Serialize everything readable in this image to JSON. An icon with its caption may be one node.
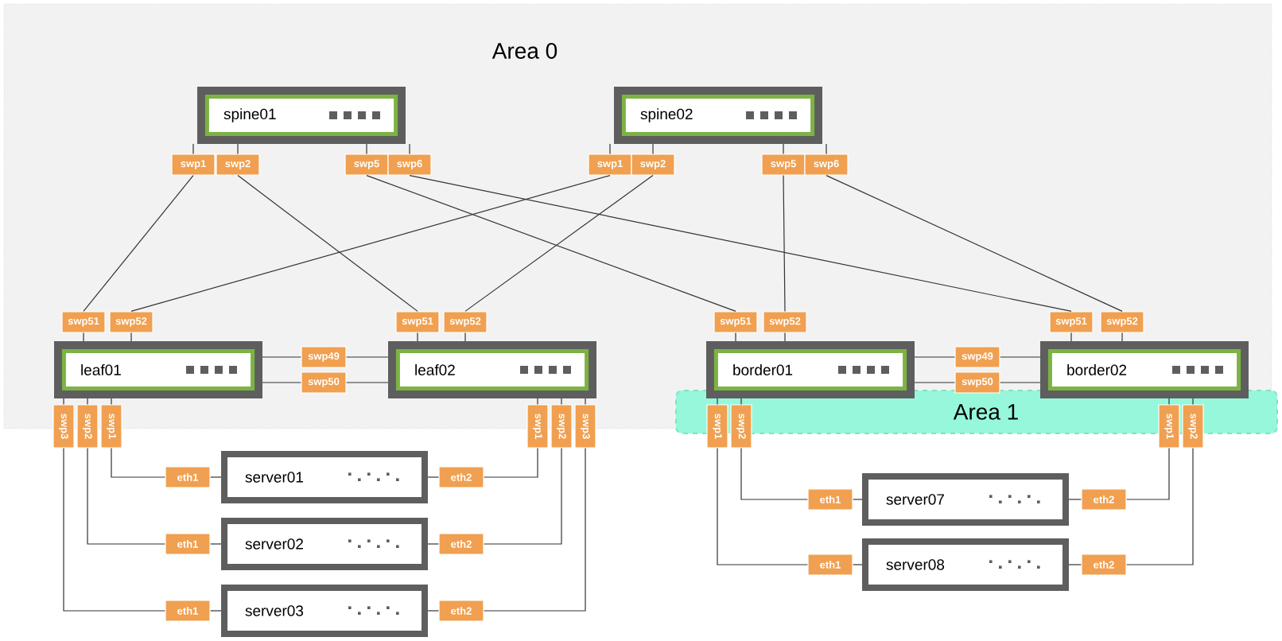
{
  "diagram": {
    "nodes": [
      {
        "text": [
          "Area 0"
        ]
      },
      {
        "text": [
          "spine01"
        ],
        "in": 0
      },
      {
        "text": [
          "spine02"
        ],
        "in": 0
      },
      {
        "text": [
          "swp1"
        ],
        "in": 0
      },
      {
        "text": [
          "swp2"
        ],
        "in": 0
      },
      {
        "text": [
          "swp5"
        ],
        "in": 0
      },
      {
        "text": [
          "swp6"
        ],
        "in": 0
      },
      {
        "text": [
          "swp1"
        ],
        "in": 0
      },
      {
        "text": [
          "swp2"
        ],
        "in": 0
      },
      {
        "text": [
          "swp5"
        ],
        "in": 0
      },
      {
        "text": [
          "swp6"
        ],
        "in": 0
      },
      {
        "text": [
          "swp51"
        ],
        "in": 0
      },
      {
        "text": [
          "swp52"
        ],
        "in": 0
      },
      {
        "text": [
          "swp51"
        ],
        "in": 0
      },
      {
        "text": [
          "swp52"
        ],
        "in": 0
      },
      {
        "text": [
          "swp51"
        ],
        "in": 0
      },
      {
        "text": [
          "swp52"
        ],
        "in": 0
      },
      {
        "text": [
          "swp51"
        ],
        "in": 0
      },
      {
        "text": [
          "swp52"
        ],
        "in": 0
      },
      {
        "text": [
          "leaf01"
        ],
        "in": 0
      },
      {
        "text": [
          "leaf02"
        ],
        "in": 0
      },
      {
        "text": [
          "border01"
        ],
        "in": 0
      },
      {
        "text": [
          "border02"
        ],
        "in": 0
      },
      {
        "text": [
          "Area 1"
        ]
      },
      {
        "text": [
          "swp3"
        ]
      },
      {
        "text": [
          "swp2"
        ]
      },
      {
        "text": [
          "swp1"
        ]
      },
      {
        "text": [
          "swp1"
        ]
      },
      {
        "text": [
          "swp2"
        ]
      },
      {
        "text": [
          "swp3"
        ]
      },
      {
        "text": [
          "swp1"
        ]
      },
      {
        "text": [
          "swp2"
        ]
      },
      {
        "text": [
          "swp1"
        ]
      },
      {
        "text": [
          "swp2"
        ]
      },
      {
        "text": [
          "server01"
        ]
      },
      {
        "text": [
          "server02"
        ]
      },
      {
        "text": [
          "server03"
        ]
      },
      {
        "text": [
          "server07"
        ]
      },
      {
        "text": [
          "server08"
        ]
      },
      {
        "text": [
          "eth1"
        ]
      },
      {
        "text": [
          "eth2"
        ]
      },
      {
        "text": [
          "eth1"
        ]
      },
      {
        "text": [
          "eth2"
        ]
      },
      {
        "text": [
          "eth1"
        ]
      },
      {
        "text": [
          "eth2"
        ]
      },
      {
        "text": [
          "eth1"
        ]
      },
      {
        "text": [
          "eth2"
        ]
      },
      {
        "text": [
          "eth1"
        ]
      },
      {
        "text": [
          "eth2"
        ]
      },
      {
        "text": [
          "swp49"
        ],
        "in": 0
      },
      {
        "text": [
          "swp50"
        ],
        "in": 0
      },
      {
        "text": [
          "swp49"
        ],
        "in": 0
      },
      {
        "text": [
          "swp50"
        ],
        "in": 0
      }
    ],
    "edges": [
      {
        "from": 1,
        "to": 3,
        "arrow": "none"
      },
      {
        "from": 1,
        "to": 4,
        "arrow": "none"
      },
      {
        "from": 1,
        "to": 5,
        "arrow": "none"
      },
      {
        "from": 1,
        "to": 6,
        "arrow": "none"
      },
      {
        "from": 2,
        "to": 7,
        "arrow": "none"
      },
      {
        "from": 2,
        "to": 8,
        "arrow": "none"
      },
      {
        "from": 2,
        "to": 9,
        "arrow": "none"
      },
      {
        "from": 2,
        "to": 10,
        "arrow": "none"
      },
      {
        "from": 19,
        "to": 11,
        "arrow": "none"
      },
      {
        "from": 19,
        "to": 12,
        "arrow": "none"
      },
      {
        "from": 20,
        "to": 13,
        "arrow": "none"
      },
      {
        "from": 20,
        "to": 14,
        "arrow": "none"
      },
      {
        "from": 21,
        "to": 15,
        "arrow": "none"
      },
      {
        "from": 21,
        "to": 16,
        "arrow": "none"
      },
      {
        "from": 22,
        "to": 17,
        "arrow": "none"
      },
      {
        "from": 22,
        "to": 18,
        "arrow": "none"
      },
      {
        "from": 3,
        "to": 11,
        "arrow": "none"
      },
      {
        "from": 4,
        "to": 13,
        "arrow": "none"
      },
      {
        "from": 5,
        "to": 15,
        "arrow": "none"
      },
      {
        "from": 6,
        "to": 17,
        "arrow": "none"
      },
      {
        "from": 7,
        "to": 12,
        "arrow": "none"
      },
      {
        "from": 8,
        "to": 14,
        "arrow": "none"
      },
      {
        "from": 9,
        "to": 16,
        "arrow": "none"
      },
      {
        "from": 10,
        "to": 18,
        "arrow": "none"
      },
      {
        "from": 19,
        "to": 49,
        "arrow": "none"
      },
      {
        "from": 49,
        "to": 20,
        "arrow": "none"
      },
      {
        "from": 19,
        "to": 50,
        "arrow": "none"
      },
      {
        "from": 50,
        "to": 20,
        "arrow": "none"
      },
      {
        "from": 21,
        "to": 51,
        "arrow": "none"
      },
      {
        "from": 51,
        "to": 22,
        "arrow": "none"
      },
      {
        "from": 21,
        "to": 52,
        "arrow": "none"
      },
      {
        "from": 52,
        "to": 22,
        "arrow": "none"
      },
      {
        "from": 19,
        "to": 24,
        "arrow": "none"
      },
      {
        "from": 19,
        "to": 25,
        "arrow": "none"
      },
      {
        "from": 19,
        "to": 26,
        "arrow": "none"
      },
      {
        "from": 20,
        "to": 27,
        "arrow": "none"
      },
      {
        "from": 20,
        "to": 28,
        "arrow": "none"
      },
      {
        "from": 20,
        "to": 29,
        "arrow": "none"
      },
      {
        "from": 21,
        "to": 30,
        "arrow": "none"
      },
      {
        "from": 21,
        "to": 31,
        "arrow": "none"
      },
      {
        "from": 22,
        "to": 32,
        "arrow": "none"
      },
      {
        "from": 22,
        "to": 33,
        "arrow": "none"
      },
      {
        "from": 26,
        "to": 39,
        "arrow": "none"
      },
      {
        "from": 39,
        "to": 34,
        "arrow": "none"
      },
      {
        "from": 27,
        "to": 40,
        "arrow": "none"
      },
      {
        "from": 40,
        "to": 34,
        "arrow": "none"
      },
      {
        "from": 25,
        "to": 41,
        "arrow": "none"
      },
      {
        "from": 41,
        "to": 35,
        "arrow": "none"
      },
      {
        "from": 28,
        "to": 42,
        "arrow": "none"
      },
      {
        "from": 42,
        "to": 35,
        "arrow": "none"
      },
      {
        "from": 24,
        "to": 43,
        "arrow": "none"
      },
      {
        "from": 43,
        "to": 36,
        "arrow": "none"
      },
      {
        "from": 29,
        "to": 44,
        "arrow": "none"
      },
      {
        "from": 44,
        "to": 36,
        "arrow": "none"
      },
      {
        "from": 31,
        "to": 45,
        "arrow": "none"
      },
      {
        "from": 45,
        "to": 37,
        "arrow": "none"
      },
      {
        "from": 32,
        "to": 46,
        "arrow": "none"
      },
      {
        "from": 46,
        "to": 37,
        "arrow": "none"
      },
      {
        "from": 30,
        "to": 47,
        "arrow": "none"
      },
      {
        "from": 47,
        "to": 38,
        "arrow": "none"
      },
      {
        "from": 33,
        "to": 48,
        "arrow": "none"
      },
      {
        "from": 48,
        "to": 38,
        "arrow": "none"
      }
    ]
  }
}
